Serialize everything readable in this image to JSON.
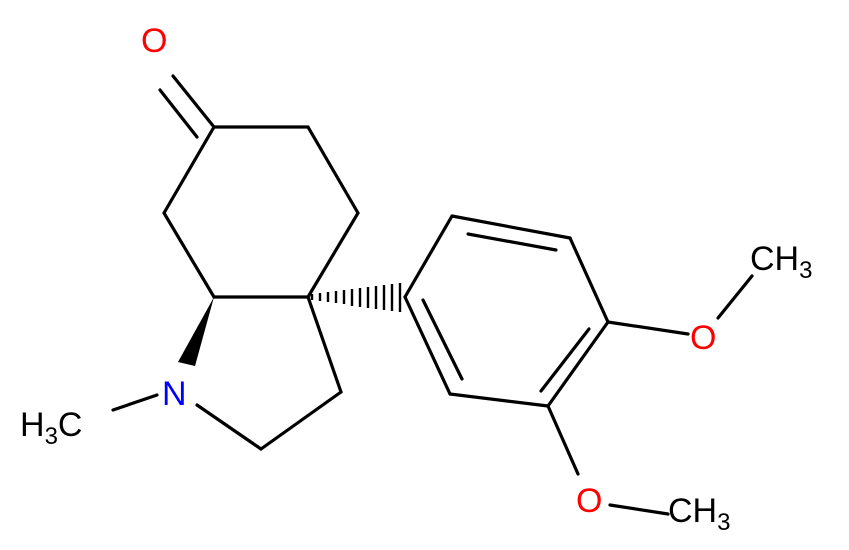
{
  "molecule": {
    "atoms": {
      "ketone_oxygen": "O",
      "nitrogen": "N",
      "n_methyl": {
        "main": "H",
        "sub": "3",
        "tail": "C"
      },
      "methoxy_top_o": "O",
      "methoxy_top_ch3": {
        "main": "CH",
        "sub": "3"
      },
      "methoxy_bottom_o": "O",
      "methoxy_bottom_ch3": {
        "main": "CH",
        "sub": "3"
      }
    },
    "colors": {
      "carbon_bond": "#000000",
      "oxygen": "#ff0000",
      "nitrogen": "#0000ff",
      "label_default": "#000000"
    }
  }
}
